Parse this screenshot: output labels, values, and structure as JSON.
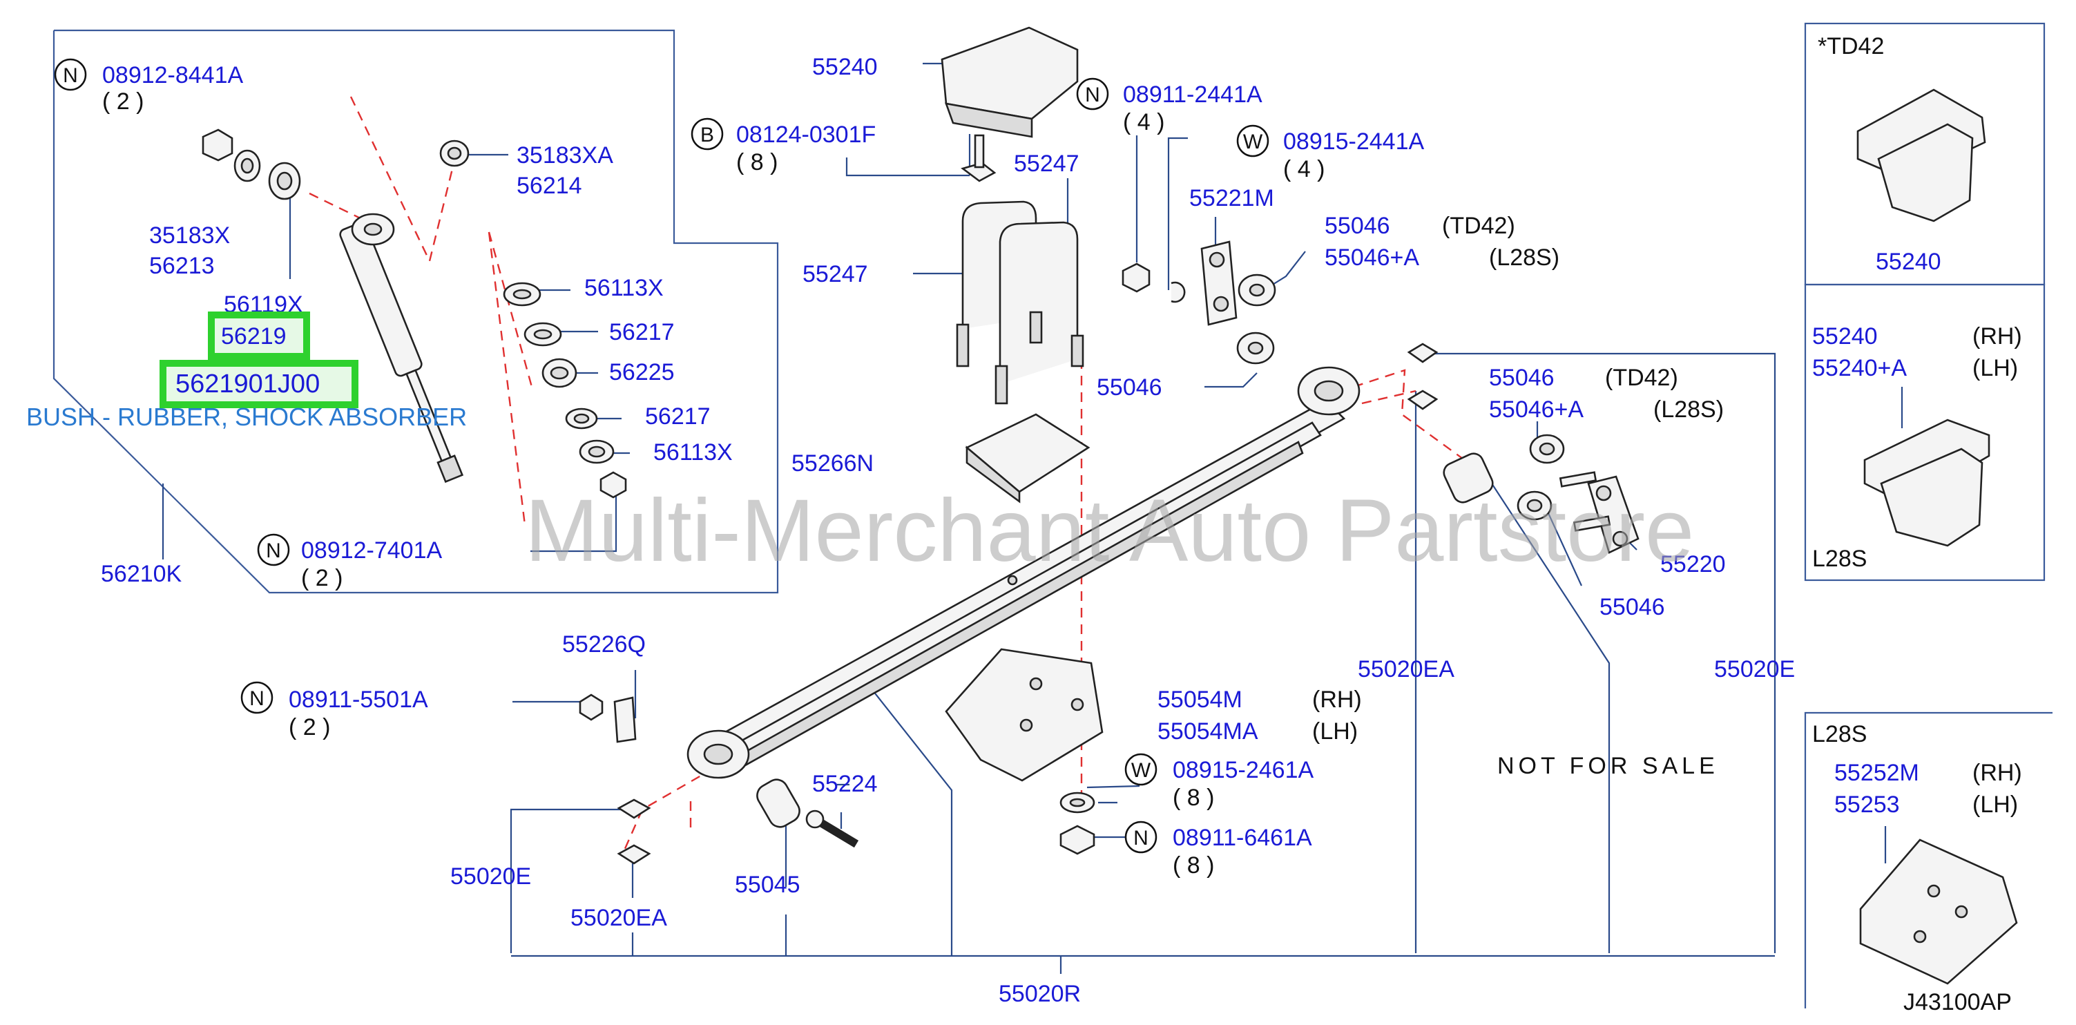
{
  "colors": {
    "part_number": "#1a1ad6",
    "highlight": "#2ed12e",
    "dashed_line": "#e03030",
    "frame": "#3a5a9a",
    "description": "#2a7ad0"
  },
  "labels": [
    {
      "id": "l1",
      "text": "08912-8441A",
      "qty": "( 2 )",
      "prefix": "N"
    },
    {
      "id": "l2",
      "text": "35183XA"
    },
    {
      "id": "l3",
      "text": "56214"
    },
    {
      "id": "l4",
      "text": "35183X"
    },
    {
      "id": "l5",
      "text": "56213"
    },
    {
      "id": "l6",
      "text": "56119X"
    },
    {
      "id": "l7",
      "text": "56113X"
    },
    {
      "id": "l8",
      "text": "56217"
    },
    {
      "id": "l9",
      "text": "56225"
    },
    {
      "id": "l10",
      "text": "56217"
    },
    {
      "id": "l11",
      "text": "56113X"
    },
    {
      "id": "l12",
      "text": "08912-7401A",
      "qty": "( 2 )",
      "prefix": "N"
    },
    {
      "id": "l13",
      "text": "56210K"
    },
    {
      "id": "l14",
      "text": "55240"
    },
    {
      "id": "l15",
      "text": "08124-0301F",
      "qty": "( 8 )",
      "prefix": "B"
    },
    {
      "id": "l16",
      "text": "55247"
    },
    {
      "id": "l17",
      "text": "55247"
    },
    {
      "id": "l18",
      "text": "08911-2441A",
      "qty": "( 4 )",
      "prefix": "N"
    },
    {
      "id": "l19",
      "text": "08915-2441A",
      "qty": "( 4 )",
      "prefix": "W"
    },
    {
      "id": "l20",
      "text": "55221M"
    },
    {
      "id": "l21",
      "text": "55046",
      "note": "(TD42)"
    },
    {
      "id": "l22",
      "text": "55046+A",
      "note": "(L28S)"
    },
    {
      "id": "l23",
      "text": "55046"
    },
    {
      "id": "l24",
      "text": "55266N"
    },
    {
      "id": "l25",
      "text": "55046",
      "note": "(TD42)"
    },
    {
      "id": "l26",
      "text": "55046+A",
      "note": "(L28S)"
    },
    {
      "id": "l27",
      "text": "55220"
    },
    {
      "id": "l28",
      "text": "55046"
    },
    {
      "id": "l29",
      "text": "55020EA"
    },
    {
      "id": "l30",
      "text": "55020E"
    },
    {
      "id": "l31",
      "text": "55226Q"
    },
    {
      "id": "l32",
      "text": "08911-5501A",
      "qty": "( 2 )",
      "prefix": "N"
    },
    {
      "id": "l33",
      "text": "55054M",
      "note": "(RH)"
    },
    {
      "id": "l34",
      "text": "55054MA",
      "note": "(LH)"
    },
    {
      "id": "l35",
      "text": "08915-2461A",
      "qty": "( 8 )",
      "prefix": "W"
    },
    {
      "id": "l36",
      "text": "08911-6461A",
      "qty": "( 8 )",
      "prefix": "N"
    },
    {
      "id": "l37",
      "text": "55224"
    },
    {
      "id": "l38",
      "text": "55045"
    },
    {
      "id": "l39",
      "text": "55020E"
    },
    {
      "id": "l40",
      "text": "55020EA"
    },
    {
      "id": "l41",
      "text": "55020R"
    }
  ],
  "highlighted": {
    "part": "56219",
    "part_number": "5621901J00",
    "description": "BUSH - RUBBER, SHOCK ABSORBER"
  },
  "insets": {
    "td42": {
      "title": "*TD42",
      "part": "55240"
    },
    "l28s_bumper": {
      "p1": "55240",
      "p1_note": "(RH)",
      "p2": "55240+A",
      "p2_note": "(LH)",
      "caption": "L28S"
    },
    "l28s_plate": {
      "title": "L28S",
      "p1": "55252M",
      "p1_note": "(RH)",
      "p2": "55253",
      "p2_note": "(LH)"
    }
  },
  "not_for_sale": "NOT   FOR   SALE",
  "watermark": "Multi-Merchant Auto Partstore",
  "diagram_code": "J43100AP"
}
